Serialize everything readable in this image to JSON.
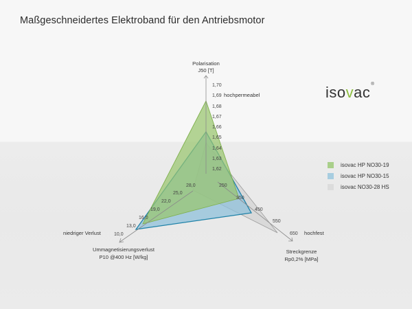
{
  "title": "Maßgeschneidertes Elektroband für den Antriebsmotor",
  "logo": {
    "text_pre": "iso",
    "text_accent": "v",
    "text_post": "ac",
    "mark": "®",
    "accent_color": "#8dbf3f"
  },
  "legend": [
    {
      "label": "isovac HP NO30-19",
      "color": "#a9cf8a"
    },
    {
      "label": "isovac HP NO30-15",
      "color": "#a7cde0"
    },
    {
      "label": "isovac NO30-28 HS",
      "color": "#dcdcdc"
    }
  ],
  "axes": {
    "top": {
      "label_line1": "Polarisation",
      "label_line2": "J50 [T]",
      "annotation": "hochpermeabel"
    },
    "left": {
      "label_line1": "Ummagnetisierungsverlust",
      "label_line2": "P10 @400 Hz [W/kg]",
      "annotation": "niedriger Verlust"
    },
    "right": {
      "label_line1": "Streckgrenze",
      "label_line2": "Rp0,2% [MPa]",
      "annotation": "hochfest"
    }
  },
  "ticks": {
    "top": [
      "1,70",
      "1,69",
      "1,68",
      "1,67",
      "1,66",
      "1,65",
      "1,64",
      "1,63",
      "1,62"
    ],
    "left": [
      "28,0",
      "25,0",
      "22,0",
      "19,0",
      "16,0",
      "13,0",
      "10,0"
    ],
    "right": [
      "250",
      "350",
      "450",
      "550",
      "650"
    ]
  },
  "chart_data": {
    "type": "radar",
    "title": "Maßgeschneidertes Elektroband für den Antriebsmotor",
    "axes": [
      {
        "name": "Polarisation J50 [T]",
        "range": [
          1.62,
          1.7
        ],
        "ticks": [
          1.62,
          1.63,
          1.64,
          1.65,
          1.66,
          1.67,
          1.68,
          1.69,
          1.7
        ],
        "direction_label": "hochpermeabel"
      },
      {
        "name": "Streckgrenze Rp0,2% [MPa]",
        "range": [
          250,
          650
        ],
        "ticks": [
          250,
          350,
          450,
          550,
          650
        ],
        "direction_label": "hochfest"
      },
      {
        "name": "Ummagnetisierungsverlust P10 @400 Hz [W/kg]",
        "range": [
          28.0,
          10.0
        ],
        "ticks": [
          28.0,
          25.0,
          22.0,
          19.0,
          16.0,
          13.0,
          10.0
        ],
        "direction_label": "niedriger Verlust"
      }
    ],
    "series": [
      {
        "name": "isovac HP NO30-19",
        "color": "#a9cf8a",
        "values": [
          1.684,
          350,
          15.5
        ]
      },
      {
        "name": "isovac HP NO30-15",
        "color": "#a7cde0",
        "values": [
          1.655,
          450,
          13.0
        ]
      },
      {
        "name": "isovac NO30-28 HS",
        "color": "#dcdcdc",
        "values": [
          1.646,
          580,
          28.0
        ]
      }
    ],
    "legend_position": "right",
    "grid": false
  }
}
